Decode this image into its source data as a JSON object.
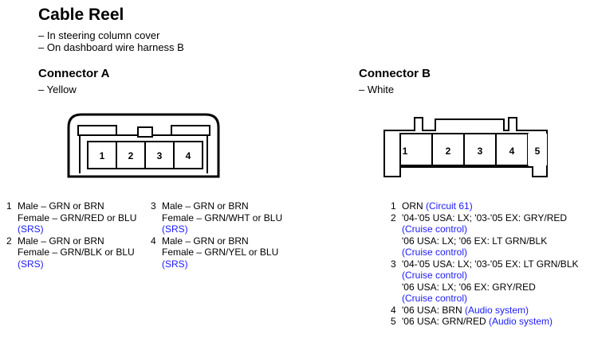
{
  "title": "Cable Reel",
  "locations": [
    "– In steering column cover",
    "– On dashboard wire harness B"
  ],
  "connector_a": {
    "heading": "Connector A",
    "color": "– Yellow",
    "pins": [
      {
        "num": "1",
        "lines": [
          {
            "text": "Male – GRN or BRN"
          },
          {
            "text": "Female – GRN/RED or BLU"
          },
          {
            "text": "(SRS)",
            "link": true
          }
        ]
      },
      {
        "num": "2",
        "lines": [
          {
            "text": "Male – GRN or BRN"
          },
          {
            "text": "Female – GRN/BLK or BLU"
          },
          {
            "text": "(SRS)",
            "link": true
          }
        ]
      },
      {
        "num": "3",
        "lines": [
          {
            "text": "Male – GRN or BRN"
          },
          {
            "text": "Female – GRN/WHT or BLU"
          },
          {
            "text": "(SRS)",
            "link": true
          }
        ]
      },
      {
        "num": "4",
        "lines": [
          {
            "text": "Male – GRN or BRN"
          },
          {
            "text": "Female – GRN/YEL or BLU"
          },
          {
            "text": "(SRS)",
            "link": true
          }
        ]
      }
    ],
    "diagram_labels": [
      "1",
      "2",
      "3",
      "4"
    ]
  },
  "connector_b": {
    "heading": "Connector B",
    "color": "– White",
    "pins": [
      {
        "num": "1",
        "lines": [
          {
            "text": "ORN",
            "suffix": "(Circuit 61)"
          }
        ]
      },
      {
        "num": "2",
        "lines": [
          {
            "text": "'04-'05 USA: LX; '03-'05 EX: GRY/RED"
          },
          {
            "text": "(Cruise control)",
            "link": true
          },
          {
            "text": "'06 USA: LX; '06 EX: LT GRN/BLK"
          },
          {
            "text": "(Cruise control)",
            "link": true
          }
        ]
      },
      {
        "num": "3",
        "lines": [
          {
            "text": "'04-'05 USA: LX; '03-'05 EX: LT GRN/BLK"
          },
          {
            "text": "(Cruise control)",
            "link": true
          },
          {
            "text": "'06 USA: LX; '06 EX: GRY/RED"
          },
          {
            "text": "(Cruise control)",
            "link": true
          }
        ]
      },
      {
        "num": "4",
        "lines": [
          {
            "text": "'06 USA: BRN",
            "suffix": "(Audio system)"
          }
        ]
      },
      {
        "num": "5",
        "lines": [
          {
            "text": "'06 USA: GRN/RED",
            "suffix": "(Audio system)"
          }
        ]
      }
    ],
    "diagram_labels": [
      "1",
      "2",
      "3",
      "4",
      "5"
    ]
  }
}
